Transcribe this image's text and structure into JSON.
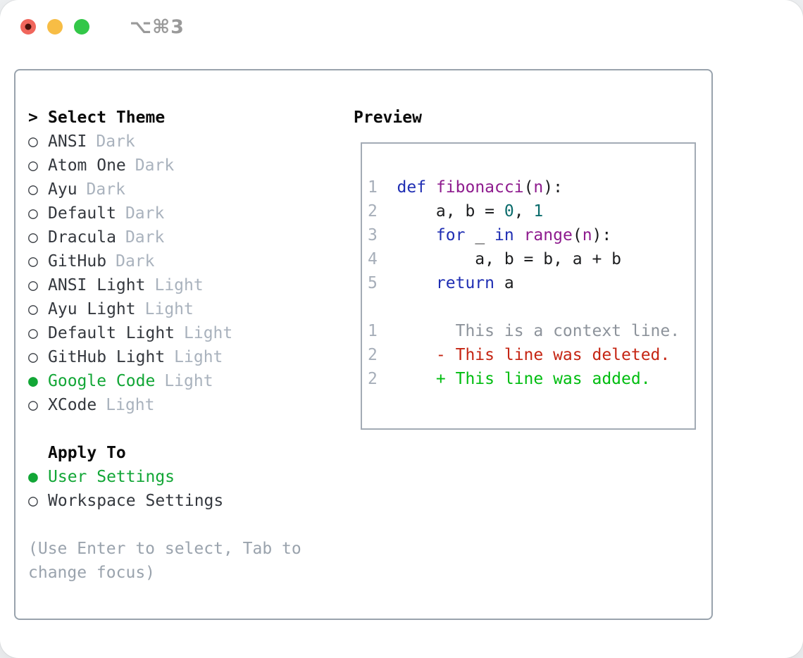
{
  "window": {
    "title": "⌥⌘3",
    "traffic_lights": [
      {
        "name": "close",
        "color": "#f0665c",
        "dot_color": "#48110b"
      },
      {
        "name": "minimize",
        "color": "#f7bd45"
      },
      {
        "name": "zoom",
        "color": "#33c748"
      }
    ]
  },
  "theme_selector": {
    "focus_marker": ">",
    "title": "Select Theme",
    "unselected_marker": "○",
    "selected_marker": "●",
    "items": [
      {
        "name": "ANSI",
        "variant": "Dark",
        "selected": false
      },
      {
        "name": "Atom One",
        "variant": "Dark",
        "selected": false
      },
      {
        "name": "Ayu",
        "variant": "Dark",
        "selected": false
      },
      {
        "name": "Default",
        "variant": "Dark",
        "selected": false
      },
      {
        "name": "Dracula",
        "variant": "Dark",
        "selected": false
      },
      {
        "name": "GitHub",
        "variant": "Dark",
        "selected": false
      },
      {
        "name": "ANSI Light",
        "variant": "Light",
        "selected": false
      },
      {
        "name": "Ayu Light",
        "variant": "Light",
        "selected": false
      },
      {
        "name": "Default Light",
        "variant": "Light",
        "selected": false
      },
      {
        "name": "GitHub Light",
        "variant": "Light",
        "selected": false
      },
      {
        "name": "Google Code",
        "variant": "Light",
        "selected": true
      },
      {
        "name": "XCode",
        "variant": "Light",
        "selected": false
      }
    ]
  },
  "apply_to": {
    "title": "Apply To",
    "options": [
      {
        "name": "User Settings",
        "selected": true
      },
      {
        "name": "Workspace Settings",
        "selected": false
      }
    ]
  },
  "hint": "(Use Enter to select, Tab to change focus)",
  "preview": {
    "title": "Preview",
    "lines": [
      {
        "num": "1",
        "tokens": [
          {
            "t": "def",
            "c": "kw"
          },
          {
            "t": " ",
            "c": "pln"
          },
          {
            "t": "fibonacci",
            "c": "fn"
          },
          {
            "t": "(",
            "c": "pln"
          },
          {
            "t": "n",
            "c": "fn"
          },
          {
            "t": "):",
            "c": "pln"
          }
        ]
      },
      {
        "num": "2",
        "tokens": [
          {
            "t": "    a, b = ",
            "c": "pln"
          },
          {
            "t": "0",
            "c": "lit"
          },
          {
            "t": ", ",
            "c": "pln"
          },
          {
            "t": "1",
            "c": "lit"
          }
        ]
      },
      {
        "num": "3",
        "tokens": [
          {
            "t": "    ",
            "c": "pln"
          },
          {
            "t": "for",
            "c": "kw"
          },
          {
            "t": " _ ",
            "c": "pln"
          },
          {
            "t": "in",
            "c": "kw"
          },
          {
            "t": " ",
            "c": "pln"
          },
          {
            "t": "range",
            "c": "fn"
          },
          {
            "t": "(",
            "c": "pln"
          },
          {
            "t": "n",
            "c": "fn"
          },
          {
            "t": "):",
            "c": "pln"
          }
        ]
      },
      {
        "num": "4",
        "tokens": [
          {
            "t": "        a, b = b, a + b",
            "c": "pln"
          }
        ]
      },
      {
        "num": "5",
        "tokens": [
          {
            "t": "    ",
            "c": "pln"
          },
          {
            "t": "return",
            "c": "kw"
          },
          {
            "t": " a",
            "c": "pln"
          }
        ]
      },
      {
        "num": "",
        "tokens": []
      },
      {
        "num": "1",
        "tokens": [
          {
            "t": "      This is a context line.",
            "c": "ctx"
          }
        ]
      },
      {
        "num": "2",
        "tokens": [
          {
            "t": "    ",
            "c": "pln"
          },
          {
            "t": "- This line was deleted.",
            "c": "del"
          }
        ]
      },
      {
        "num": "2",
        "tokens": [
          {
            "t": "    ",
            "c": "pln"
          },
          {
            "t": "+ This line was added.",
            "c": "add"
          }
        ]
      }
    ]
  },
  "colors": {
    "selected_green": "#12a636",
    "keyword_blue": "#1f2eb3",
    "function_purple": "#8e1b8e",
    "literal_teal": "#0b6c6c",
    "diff_added": "#00bd10",
    "diff_deleted": "#c52513",
    "diff_context": "#8d939b",
    "line_number": "#a6aeb9",
    "badge_gray": "#a9b2bd",
    "border_gray": "#99a3ad",
    "hint_gray": "#9aa3ad"
  }
}
